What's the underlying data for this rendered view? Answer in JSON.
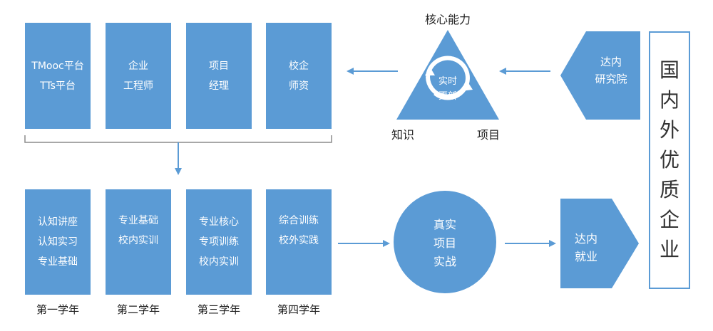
{
  "top_boxes": [
    {
      "lines": [
        "TMooc平台",
        "TTs平台"
      ]
    },
    {
      "lines": [
        "企业",
        "工程师"
      ]
    },
    {
      "lines": [
        "项目",
        "经理"
      ]
    },
    {
      "lines": [
        "校企",
        "师资"
      ]
    }
  ],
  "year_boxes": [
    {
      "lines": [
        "认知讲座",
        "认知实习",
        "专业基础"
      ],
      "label": "第一学年"
    },
    {
      "lines": [
        "专业基础",
        "校内实训"
      ],
      "label": "第二学年"
    },
    {
      "lines": [
        "专业核心",
        "专项训练",
        "校内实训"
      ],
      "label": "第三学年"
    },
    {
      "lines": [
        "综合训练",
        "校外实践"
      ],
      "label": "第四学年"
    }
  ],
  "triangle": {
    "title": "核心能力",
    "inner": [
      "实时",
      "更新"
    ],
    "left_label": "知识",
    "right_label": "项目"
  },
  "research": {
    "lines": [
      "达内",
      "研究院"
    ]
  },
  "circle": {
    "lines": [
      "真实",
      "项目",
      "实战"
    ]
  },
  "employment": {
    "lines": [
      "达内",
      "就业"
    ]
  },
  "enterprise": {
    "chars": [
      "国",
      "内",
      "外",
      "优",
      "质",
      "企",
      "业"
    ]
  },
  "colors": {
    "box_fill": "#5b9bd5",
    "arrow": "#5b9bd5",
    "text_on_box": "#ffffff"
  }
}
